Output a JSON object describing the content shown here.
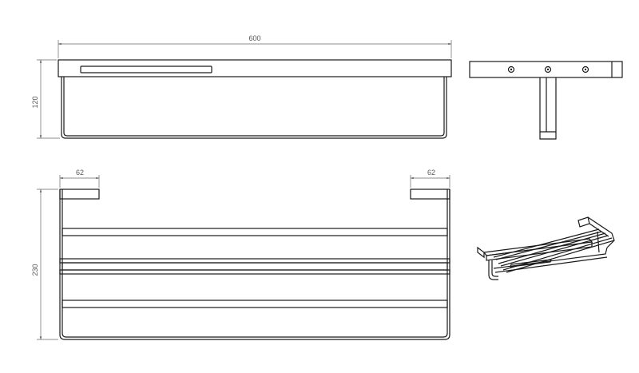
{
  "dimensions": {
    "width_600": "600",
    "height_120": "120",
    "offset_left_62": "62",
    "offset_right_62": "62",
    "depth_230": "230"
  },
  "colors": {
    "line": "#1a1a1a",
    "dim_line": "#666666",
    "background": "#ffffff"
  }
}
